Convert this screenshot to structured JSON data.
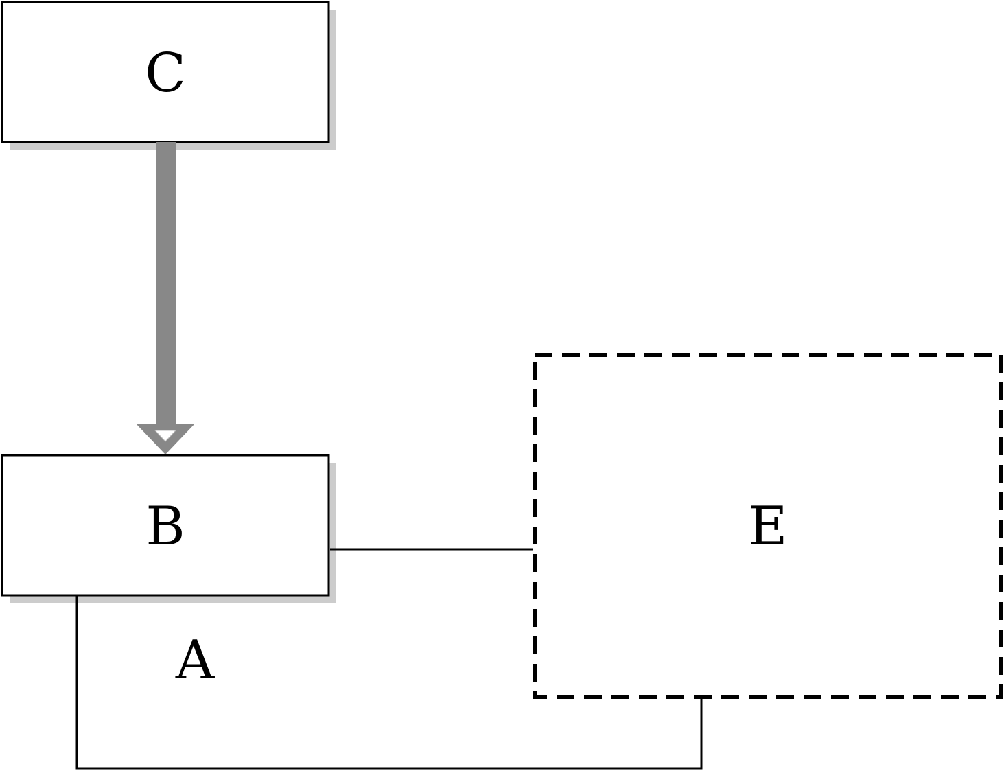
{
  "nodes": {
    "c": {
      "label": "C"
    },
    "b": {
      "label": "B"
    },
    "e": {
      "label": "E"
    }
  },
  "edge_labels": {
    "a": "A"
  },
  "colors": {
    "stroke": "#000000",
    "shadow": "#cccccc",
    "arrow": "#888888",
    "background": "#ffffff"
  }
}
